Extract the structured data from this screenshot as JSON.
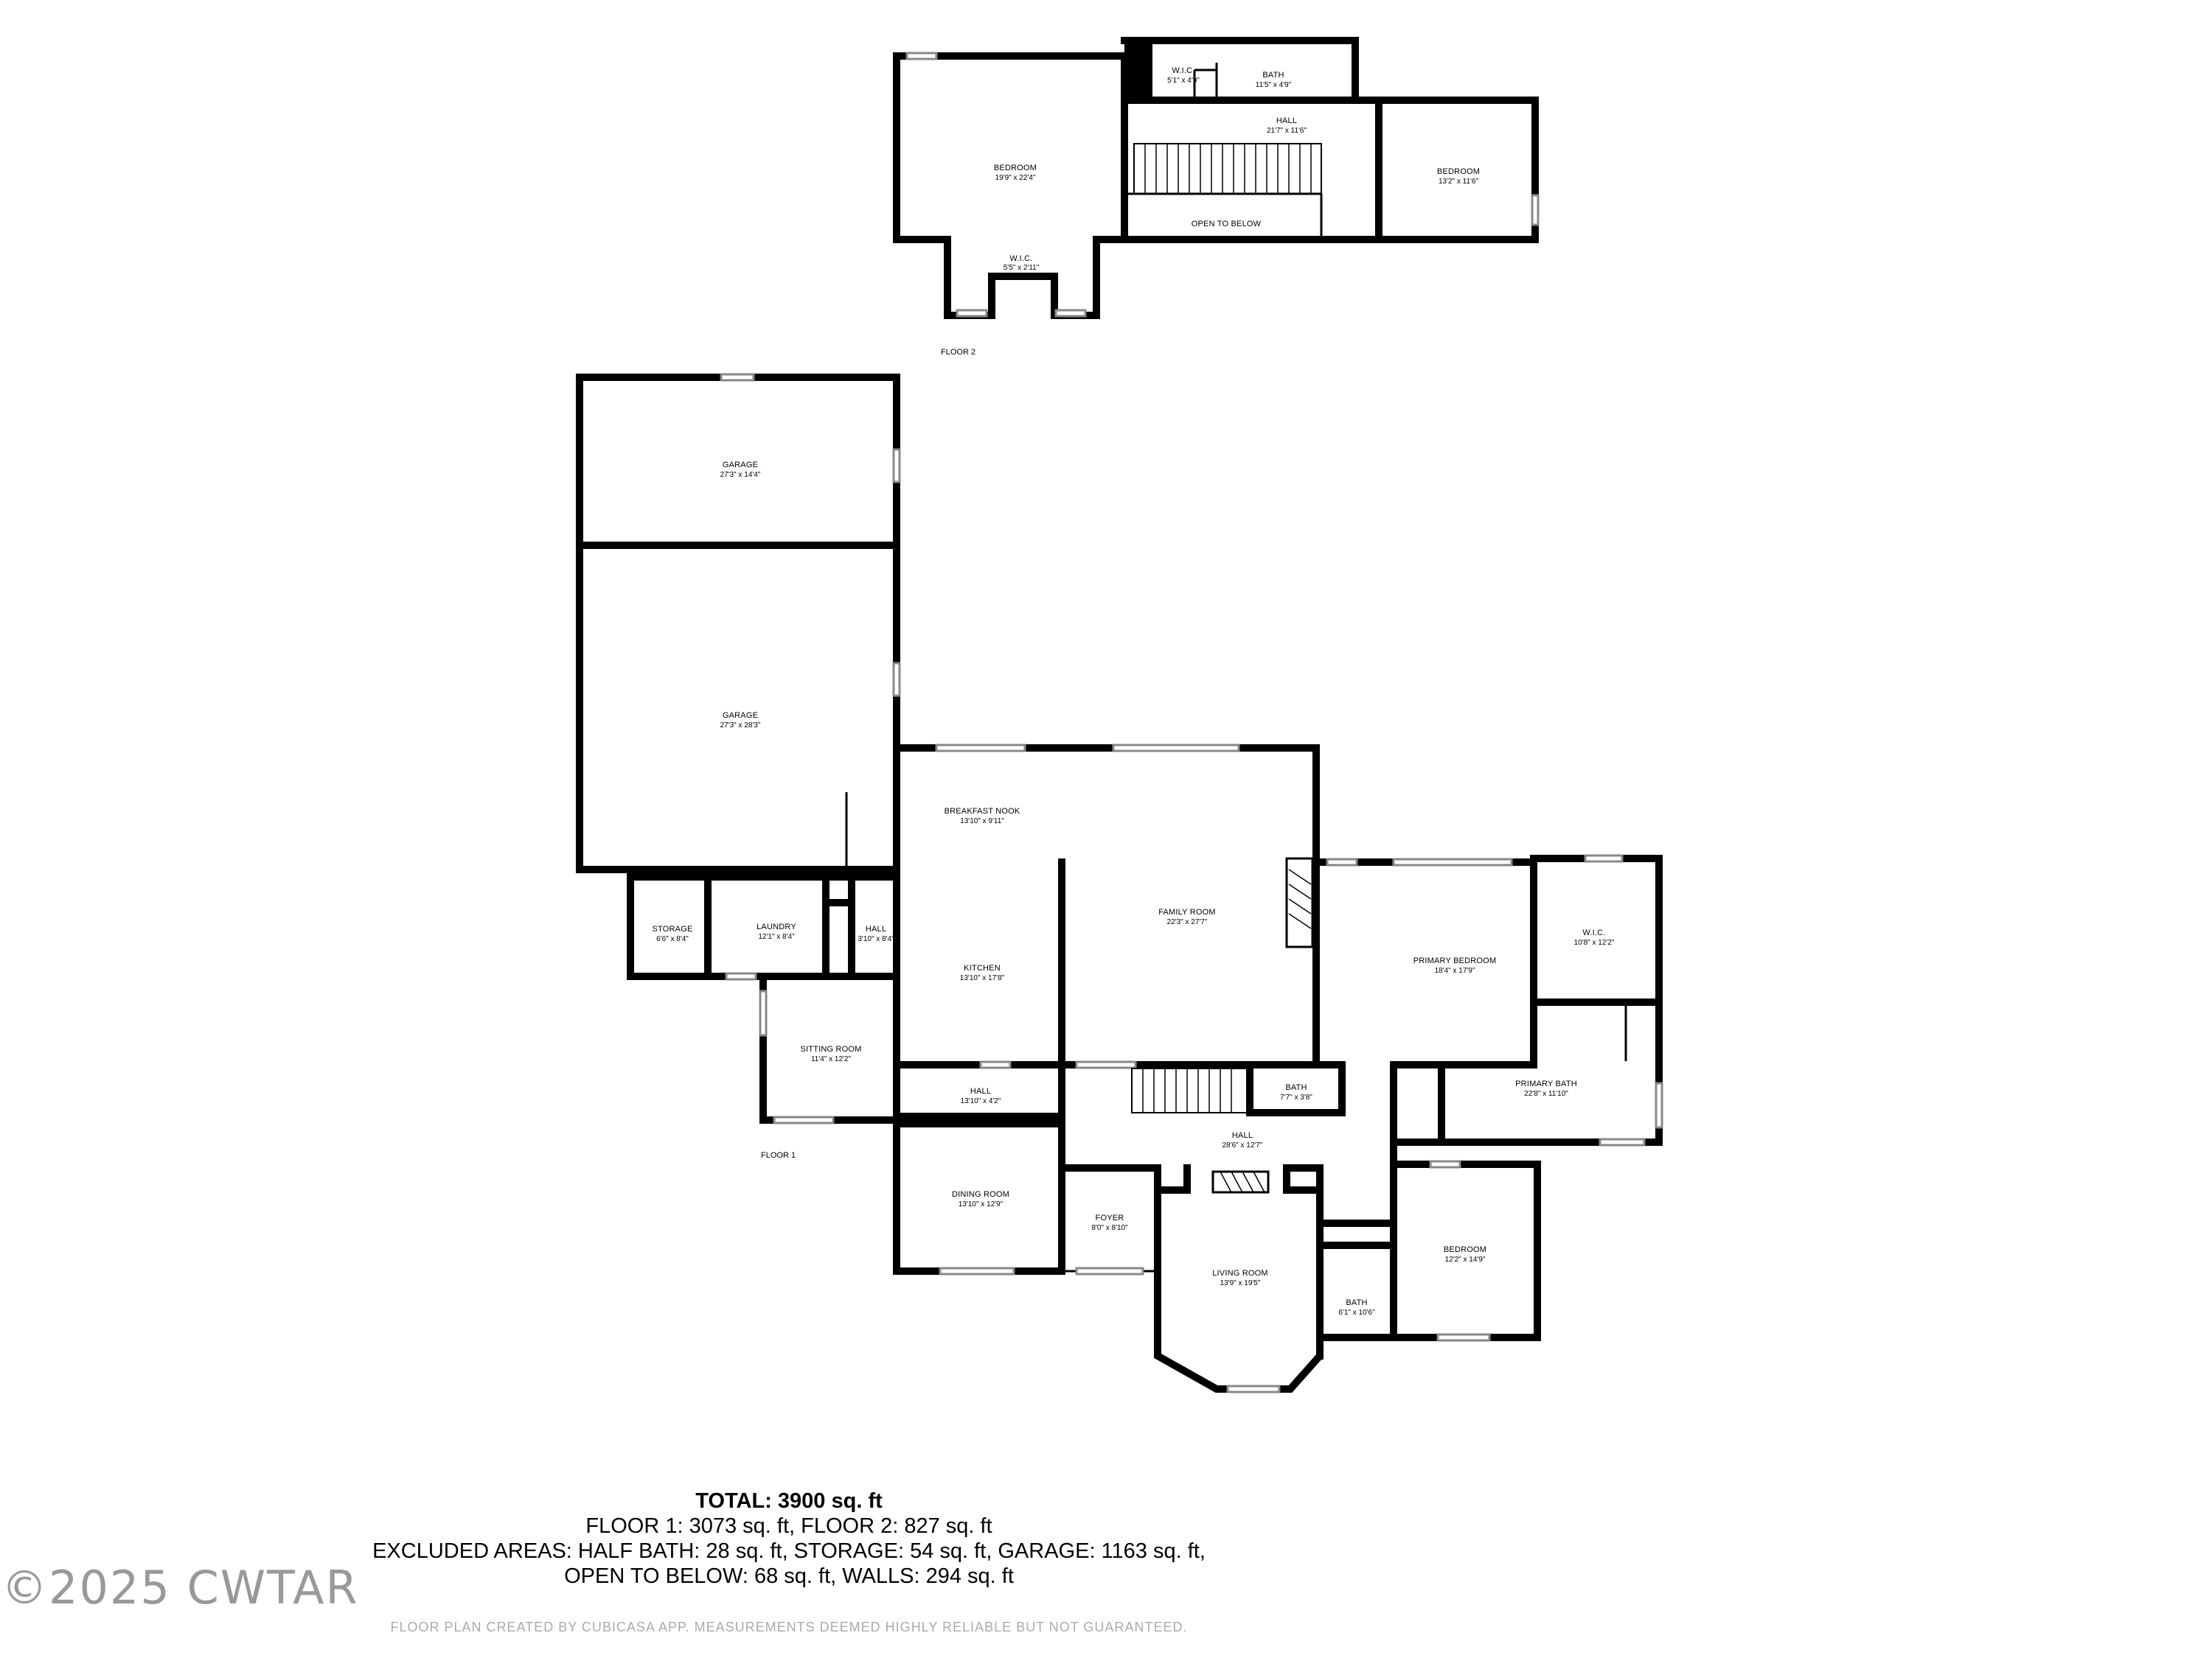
{
  "floors": [
    {
      "label": "FLOOR 2"
    },
    {
      "label": "FLOOR 1"
    }
  ],
  "rooms": {
    "f2_bedroom_left": {
      "name": "BEDROOM",
      "dim": "19'9\" x 22'4\""
    },
    "f2_wic_top": {
      "name": "W.I.C.",
      "dim": "5'1\" x 4'9\""
    },
    "f2_bath": {
      "name": "BATH",
      "dim": "11'5\" x 4'9\""
    },
    "f2_hall": {
      "name": "HALL",
      "dim": "21'7\" x 11'6\""
    },
    "f2_bedroom_right": {
      "name": "BEDROOM",
      "dim": "13'2\" x 11'6\""
    },
    "f2_open_to_below": {
      "name": "OPEN TO BELOW",
      "dim": ""
    },
    "f2_wic_bottom": {
      "name": "W.I.C.",
      "dim": "5'5\" x 2'11\""
    },
    "garage_top": {
      "name": "GARAGE",
      "dim": "27'3\" x 14'4\""
    },
    "garage_bottom": {
      "name": "GARAGE",
      "dim": "27'3\" x 28'3\""
    },
    "breakfast_nook": {
      "name": "BREAKFAST NOOK",
      "dim": "13'10\" x 9'11\""
    },
    "family_room": {
      "name": "FAMILY ROOM",
      "dim": "22'3\" x 27'7\""
    },
    "storage": {
      "name": "STORAGE",
      "dim": "6'6\" x 8'4\""
    },
    "laundry": {
      "name": "LAUNDRY",
      "dim": "12'1\" x 8'4\""
    },
    "f1_hall_small": {
      "name": "HALL",
      "dim": "3'10\" x 8'4\""
    },
    "kitchen": {
      "name": "KITCHEN",
      "dim": "13'10\" x 17'8\""
    },
    "primary_bedroom": {
      "name": "PRIMARY BEDROOM",
      "dim": "18'4\" x 17'9\""
    },
    "primary_wic": {
      "name": "W.I.C.",
      "dim": "10'8\" x 12'2\""
    },
    "sitting_room": {
      "name": "SITTING ROOM",
      "dim": "11'4\" x 12'2\""
    },
    "f1_hall_mid": {
      "name": "HALL",
      "dim": "13'10\" x 4'2\""
    },
    "f1_bath_small": {
      "name": "BATH",
      "dim": "7'7\" x 3'8\""
    },
    "primary_bath": {
      "name": "PRIMARY BATH",
      "dim": "22'8\" x 11'10\""
    },
    "f1_hall_main": {
      "name": "HALL",
      "dim": "28'6\" x 12'7\""
    },
    "dining_room": {
      "name": "DINING ROOM",
      "dim": "13'10\" x 12'9\""
    },
    "foyer": {
      "name": "FOYER",
      "dim": "8'0\" x 8'10\""
    },
    "f1_bedroom": {
      "name": "BEDROOM",
      "dim": "12'2\" x 14'9\""
    },
    "living_room": {
      "name": "LIVING ROOM",
      "dim": "13'9\" x 19'5\""
    },
    "f1_bath": {
      "name": "BATH",
      "dim": "6'1\" x 10'6\""
    }
  },
  "summary": {
    "total": "TOTAL: 3900 sq. ft",
    "line1": "FLOOR 1: 3073 sq. ft, FLOOR 2: 827 sq. ft",
    "line2": "EXCLUDED AREAS: HALF BATH: 28 sq. ft, STORAGE: 54 sq. ft, GARAGE: 1163 sq. ft,",
    "line3": "OPEN TO BELOW: 68 sq. ft, WALLS: 294 sq. ft"
  },
  "disclaimer": "FLOOR PLAN CREATED BY CUBICASA APP. MEASUREMENTS DEEMED HIGHLY RELIABLE BUT NOT GUARANTEED.",
  "watermark": "©2025 CWTAR"
}
